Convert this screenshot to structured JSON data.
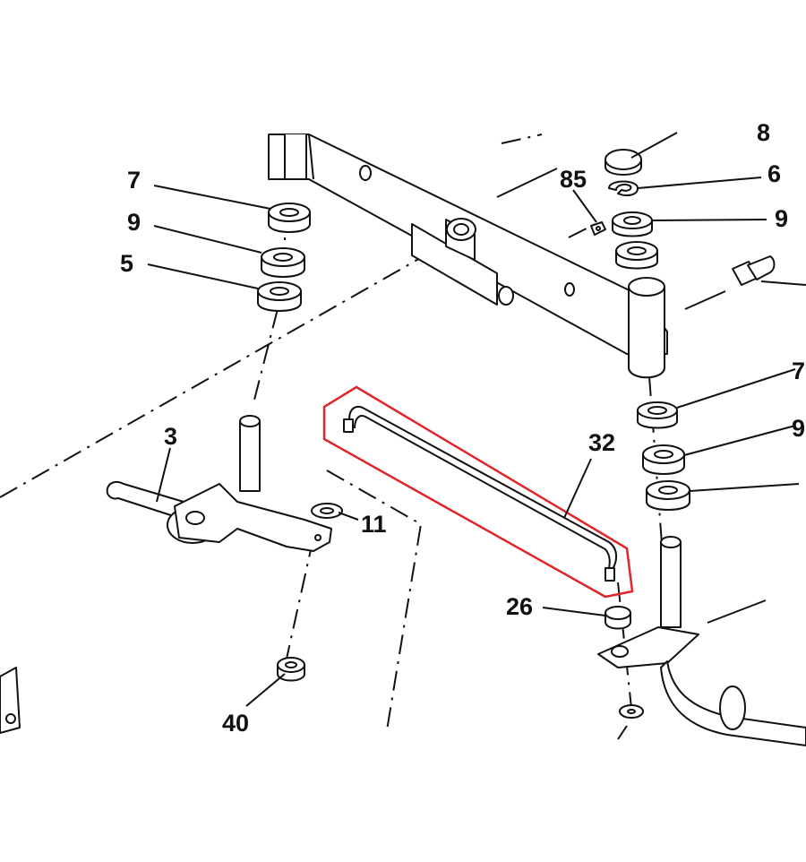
{
  "callouts": {
    "c7_left": "7",
    "c9_left": "9",
    "c5": "5",
    "c85": "85",
    "c8": "8",
    "c6": "6",
    "c9_right": "9",
    "c7_right": "7",
    "c9_right_low": "9",
    "c3": "3",
    "c11": "11",
    "c32": "32",
    "c26": "26",
    "c40": "40"
  },
  "colors": {
    "highlight": "#e0262b",
    "ink": "#111111",
    "background": "#ffffff"
  }
}
